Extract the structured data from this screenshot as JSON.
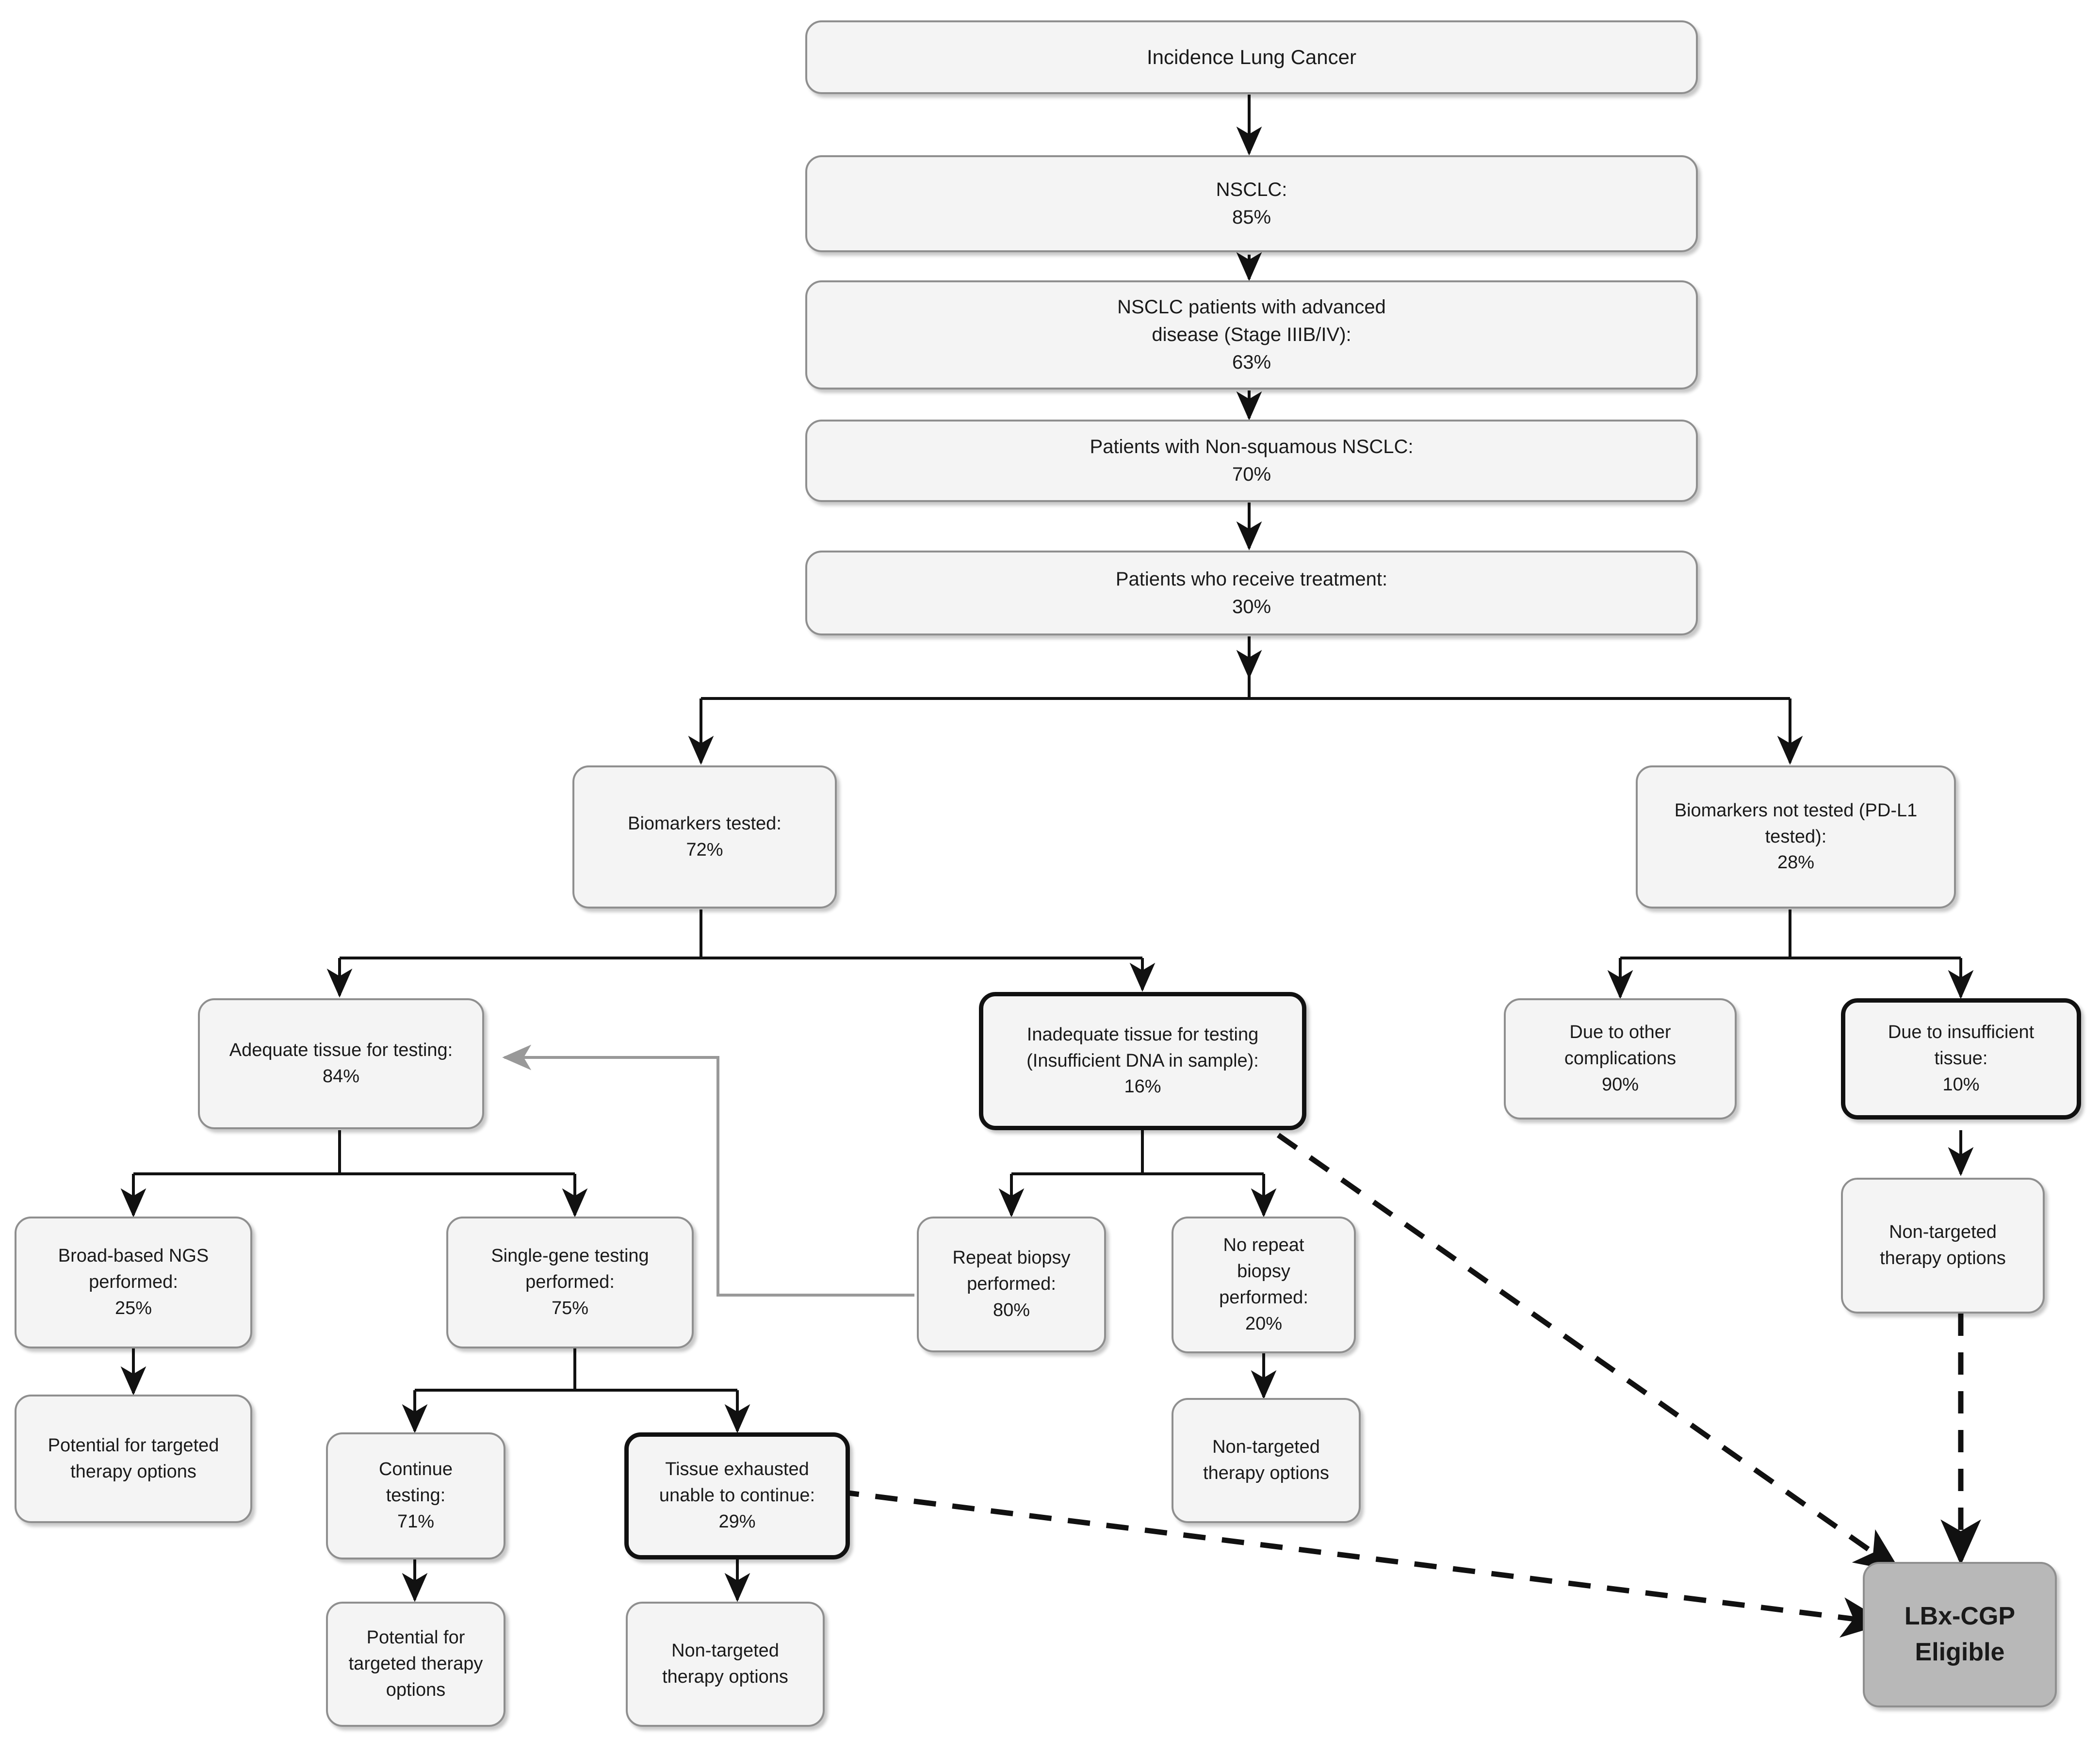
{
  "diagram": {
    "title": "NSCLC patient flow to LBx-CGP eligibility",
    "colors": {
      "node_fill": "#f4f4f4",
      "node_border": "#8f8f8f",
      "emphasis_border": "#111111",
      "terminal_fill": "#b8b8b8",
      "edge": "#111111",
      "feedback_edge": "#999999"
    },
    "nodes": {
      "incidence": {
        "label": "Incidence Lung Cancer"
      },
      "nsclc": {
        "label": "NSCLC:\n85%",
        "value": "85%"
      },
      "advanced": {
        "label": "NSCLC patients with advanced\ndisease (Stage IIIB/IV):\n63%",
        "value": "63%"
      },
      "nonsquamous": {
        "label": "Patients with Non-squamous NSCLC:\n70%",
        "value": "70%"
      },
      "treatment": {
        "label": "Patients who receive treatment:\n30%",
        "value": "30%"
      },
      "biomarkers_tested": {
        "label": "Biomarkers tested:\n72%",
        "value": "72%"
      },
      "biomarkers_not_tested": {
        "label": "Biomarkers not tested (PD-L1\ntested):\n28%",
        "value": "28%"
      },
      "adequate_tissue": {
        "label": "Adequate tissue for testing:\n84%",
        "value": "84%"
      },
      "inadequate_tissue": {
        "label": "Inadequate tissue for testing\n(Insufficient DNA in sample):\n16%",
        "value": "16%"
      },
      "other_complications": {
        "label": "Due to other\ncomplications\n90%",
        "value": "90%"
      },
      "insufficient_tissue": {
        "label": "Due to insufficient\ntissue:\n10%",
        "value": "10%"
      },
      "ngs": {
        "label": "Broad-based NGS\nperformed:\n25%",
        "value": "25%"
      },
      "single_gene": {
        "label": "Single-gene testing\nperformed:\n75%",
        "value": "75%"
      },
      "repeat_biopsy": {
        "label": "Repeat biopsy\nperformed:\n80%",
        "value": "80%"
      },
      "no_repeat_biopsy": {
        "label": "No repeat\nbiopsy\nperformed:\n20%",
        "value": "20%"
      },
      "ngs_targeted": {
        "label": "Potential for targeted\ntherapy options"
      },
      "continue_testing": {
        "label": "Continue\ntesting:\n71%",
        "value": "71%"
      },
      "tissue_exhausted": {
        "label": "Tissue exhausted\nunable to continue:\n29%",
        "value": "29%"
      },
      "continue_targeted": {
        "label": "Potential for\ntargeted therapy\noptions"
      },
      "exhausted_nontargeted": {
        "label": "Non-targeted\ntherapy options"
      },
      "norepeat_nontargeted": {
        "label": "Non-targeted\ntherapy options"
      },
      "insufficient_nontargeted": {
        "label": "Non-targeted\ntherapy options"
      },
      "lbx": {
        "label": "LBx-CGP\nEligible"
      }
    }
  }
}
